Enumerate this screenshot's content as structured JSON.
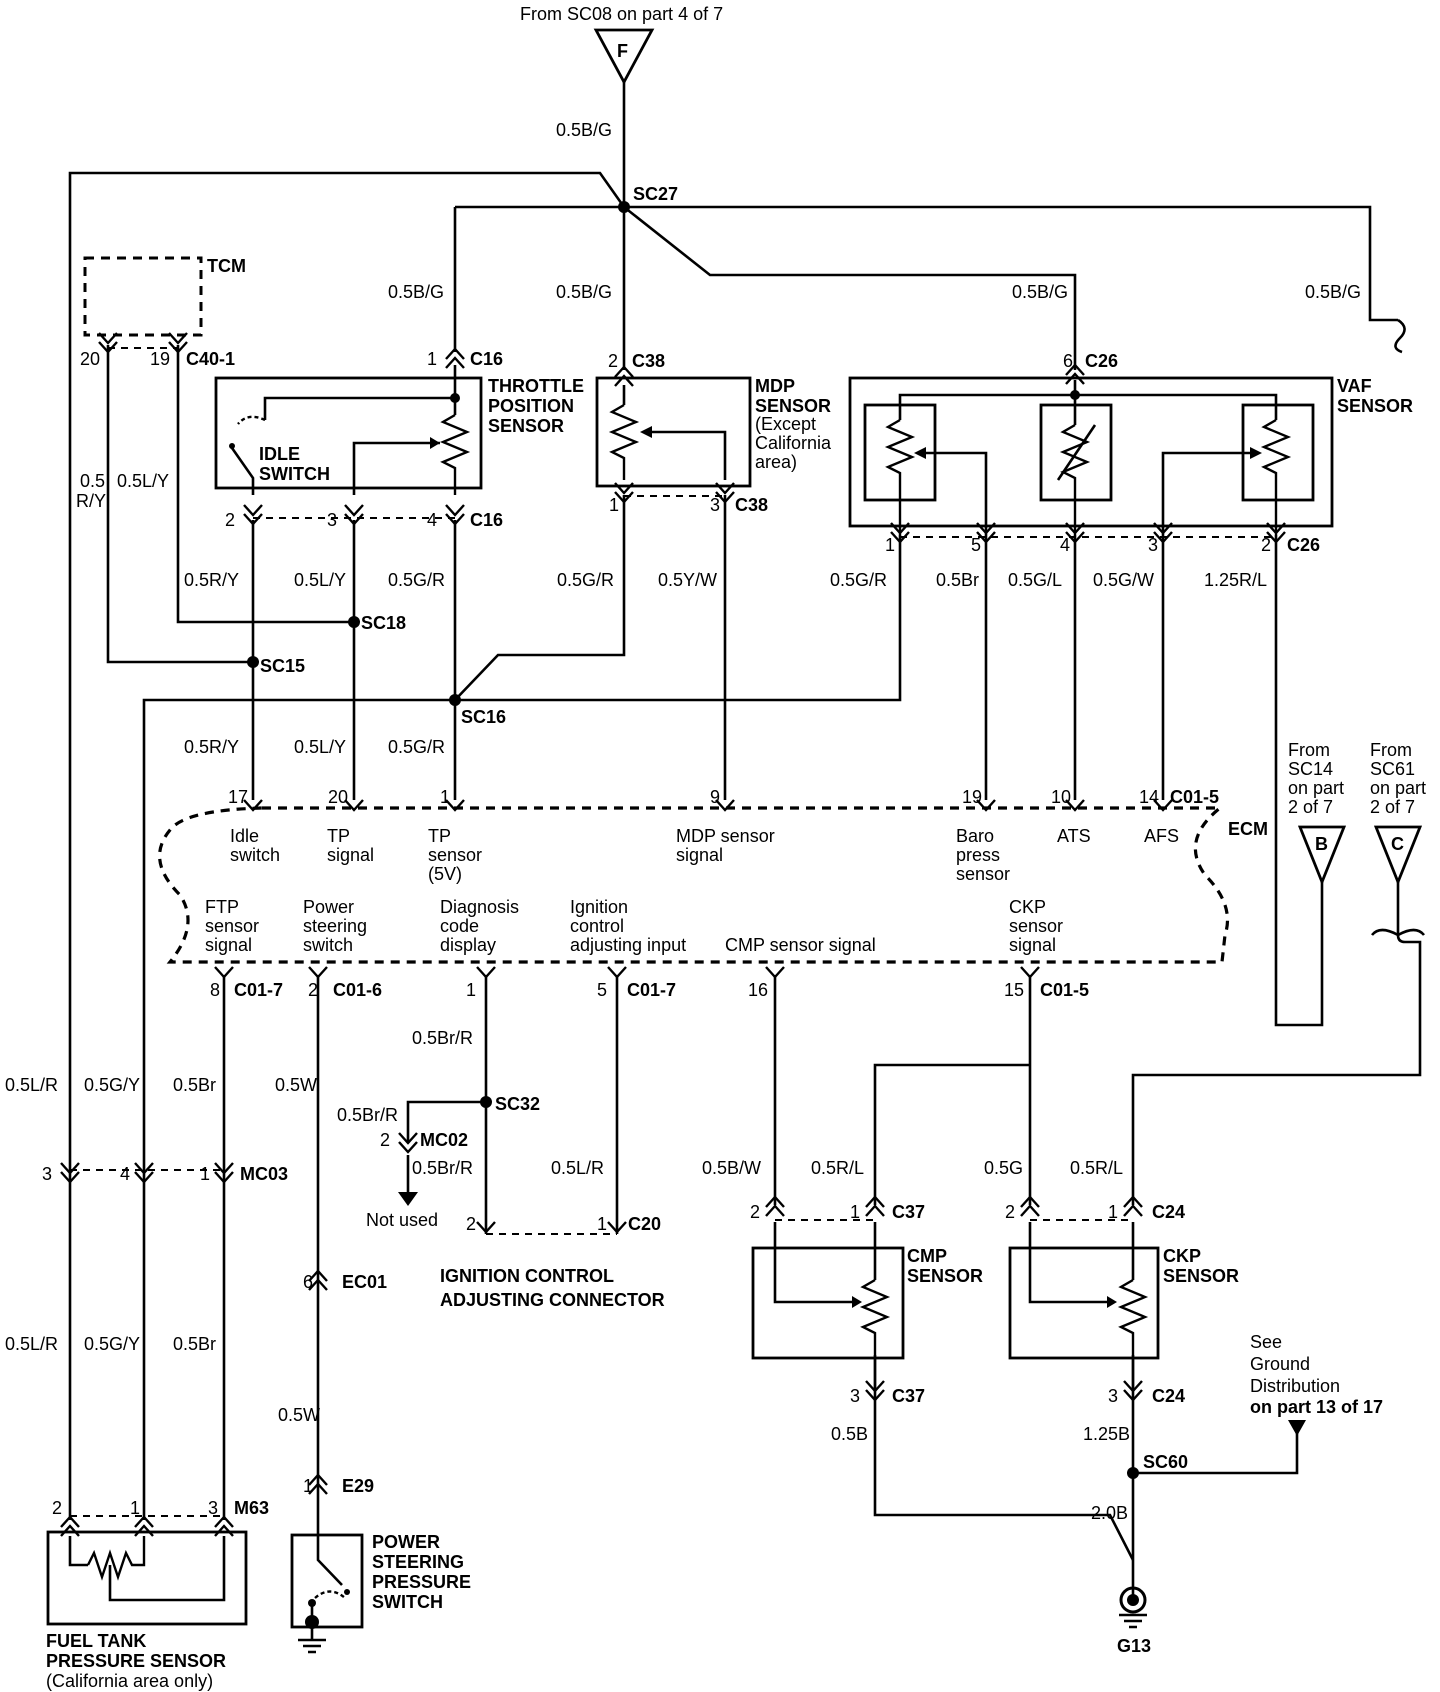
{
  "top": {
    "from": "From SC08 on part 4 of 7",
    "triangle": "F"
  },
  "splices": {
    "sc27": "SC27",
    "sc18": "SC18",
    "sc15": "SC15",
    "sc16": "SC16",
    "sc32": "SC32",
    "sc60": "SC60"
  },
  "wires": {
    "bg_top": "0.5B/G",
    "bg_tps": "0.5B/G",
    "bg_mdp": "0.5B/G",
    "bg_vaf": "0.5B/G",
    "bg_right": "0.5B/G",
    "tcm_ry": "0.5\nR/Y",
    "tcm_ly": "0.5L/Y",
    "ry1": "0.5R/Y",
    "ly1": "0.5L/Y",
    "gr1": "0.5G/R",
    "gr_mdp": "0.5G/R",
    "yw_mdp": "0.5Y/W",
    "vaf_gr": "0.5G/R",
    "vaf_br": "0.5Br",
    "vaf_gl": "0.5G/L",
    "vaf_gw": "0.5G/W",
    "vaf_rl": "1.25R/L",
    "ry2": "0.5R/Y",
    "ly2": "0.5L/Y",
    "gr2": "0.5G/R",
    "lr1": "0.5L/R",
    "gy1": "0.5G/Y",
    "br1": "0.5Br",
    "w1": "0.5W",
    "brr1": "0.5Br/R",
    "brr2": "0.5Br/R",
    "brr3": "0.5Br/R",
    "lr_c20": "0.5L/R",
    "bw": "0.5B/W",
    "rl_cmp": "0.5R/L",
    "g_ckp": "0.5G",
    "rl_ckp": "0.5R/L",
    "lr2": "0.5L/R",
    "gy2": "0.5G/Y",
    "br2": "0.5Br",
    "w2": "0.5W",
    "b_cmp": "0.5B",
    "b125": "1.25B",
    "b20": "2.0B"
  },
  "connectors": {
    "c40_1": "C40-1",
    "c16a": "C16",
    "c16b": "C16",
    "c38a": "C38",
    "c38b": "C38",
    "c26a": "C26",
    "c26b": "C26",
    "c01_5a": "C01-5",
    "c01_7a": "C01-7",
    "c01_6": "C01-6",
    "c01_7b": "C01-7",
    "c01_5b": "C01-5",
    "mc02": "MC02",
    "mc03": "MC03",
    "c20": "C20",
    "c37a": "C37",
    "c37b": "C37",
    "c24a": "C24",
    "c24b": "C24",
    "ec01": "EC01",
    "e29": "E29",
    "m63": "M63",
    "g13": "G13"
  },
  "pins": {
    "tcm20": "20",
    "tcm19": "19",
    "tps1": "1",
    "tps2": "2",
    "tps3": "3",
    "tps4": "4",
    "mdp2": "2",
    "mdp1": "1",
    "mdp3": "3",
    "vaf6": "6",
    "vaf1": "1",
    "vaf5": "5",
    "vaf4": "4",
    "vaf3": "3",
    "vaf2": "2",
    "e17": "17",
    "e20": "20",
    "e1": "1",
    "e9": "9",
    "e19": "19",
    "e10": "10",
    "e14": "14",
    "e8": "8",
    "e2": "2",
    "ed1": "1",
    "e5": "5",
    "e16": "16",
    "e15": "15",
    "mc02_2": "2",
    "mc03_3": "3",
    "mc03_4": "4",
    "mc03_1": "1",
    "c20_2": "2",
    "c20_1": "1",
    "cmp2": "2",
    "cmp1": "1",
    "cmp3": "3",
    "ckp2": "2",
    "ckp1": "1",
    "ckp3": "3",
    "ec01_6": "6",
    "e29_1": "1",
    "m63_2": "2",
    "m63_1": "1",
    "m63_3": "3"
  },
  "components": {
    "tcm": "TCM",
    "tps": [
      "THROTTLE",
      "POSITION",
      "SENSOR"
    ],
    "idle": [
      "IDLE",
      "SWITCH"
    ],
    "mdp": [
      "MDP",
      "SENSOR"
    ],
    "mdp_note": [
      "(Except",
      "California",
      "area)"
    ],
    "vaf": [
      "VAF",
      "SENSOR"
    ],
    "cmp": [
      "CMP",
      "SENSOR"
    ],
    "ckp": [
      "CKP",
      "SENSOR"
    ],
    "ign": [
      "IGNITION CONTROL",
      "ADJUSTING CONNECTOR"
    ],
    "ftp": [
      "FUEL TANK",
      "PRESSURE SENSOR"
    ],
    "ftp_note": "(California area only)",
    "psps": [
      "POWER",
      "STEERING",
      "PRESSURE",
      "SWITCH"
    ],
    "not_used": "Not used"
  },
  "ecm": {
    "name": "ECM",
    "idle": [
      "Idle",
      "switch"
    ],
    "tp_sig": [
      "TP",
      "signal"
    ],
    "tp_sen": [
      "TP",
      "sensor",
      "(5V)"
    ],
    "mdp_sig": [
      "MDP sensor",
      "signal"
    ],
    "baro": [
      "Baro",
      "press",
      "sensor"
    ],
    "ats": "ATS",
    "afs": "AFS",
    "ftp_sig": [
      "FTP",
      "sensor",
      "signal"
    ],
    "ps_sw": [
      "Power",
      "steering",
      "switch"
    ],
    "diag": [
      "Diagnosis",
      "code",
      "display"
    ],
    "ign_in": [
      "Ignition",
      "control",
      "adjusting input"
    ],
    "cmp_sig": "CMP sensor signal",
    "ckp_sig": [
      "CKP",
      "sensor",
      "signal"
    ]
  },
  "refs": {
    "b_from": [
      "From",
      "SC14",
      "on part",
      "2 of 7"
    ],
    "b_tri": "B",
    "c_from": [
      "From",
      "SC61",
      "on part",
      "2 of 7"
    ],
    "c_tri": "C",
    "ground": [
      "See",
      "Ground",
      "Distribution",
      "on part 13 of 17"
    ]
  }
}
